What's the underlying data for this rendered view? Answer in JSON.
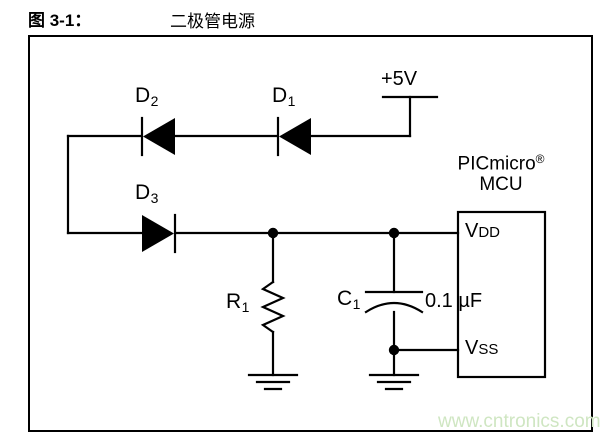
{
  "caption": {
    "label": "图 3-1：",
    "title": "二极管电源"
  },
  "schematic": {
    "title": "二极管电源",
    "supply": {
      "label": "+5V"
    },
    "diodes": [
      {
        "ref": "D",
        "index": "2",
        "orientation": "left"
      },
      {
        "ref": "D",
        "index": "1",
        "orientation": "left"
      },
      {
        "ref": "D",
        "index": "3",
        "orientation": "right"
      }
    ],
    "resistor": {
      "ref": "R",
      "index": "1"
    },
    "capacitor": {
      "ref": "C",
      "index": "1",
      "value": "0.1 µF"
    },
    "chip": {
      "name": "PICmicro",
      "registered": "®",
      "subtitle": "MCU",
      "pins": [
        {
          "big": "V",
          "small": "DD"
        },
        {
          "big": "V",
          "small": "SS"
        }
      ]
    },
    "grounds": 2,
    "junction_dots": 3
  },
  "watermark": {
    "text": "www.cntronics.com",
    "color": "#cfe6c2"
  },
  "colors": {
    "ink": "#000000",
    "paper": "#ffffff",
    "watermark": "#cfe6c2"
  }
}
